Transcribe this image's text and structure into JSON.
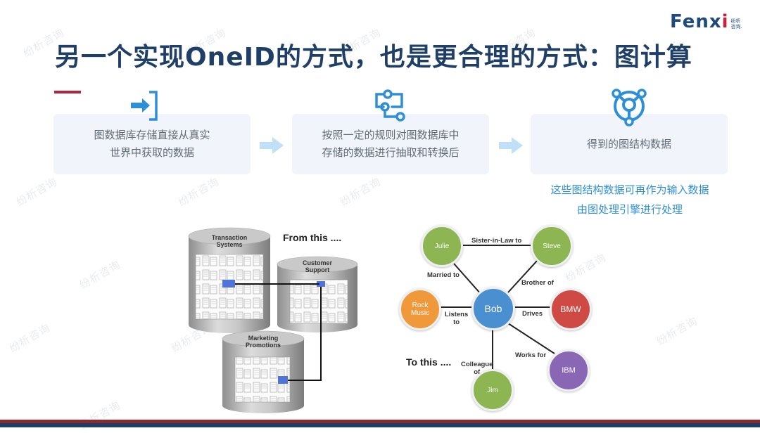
{
  "logo": {
    "word": "Fenx",
    "word_accent": "i",
    "sub_line1": "纷析",
    "sub_line2": "咨询."
  },
  "watermark_text": "纷析咨询",
  "title": "另一个实现OneID的方式，也是更合理的方式：图计算",
  "steps": [
    {
      "icon": "import-arrow-icon",
      "lines": [
        "图数据库存储直接从真实",
        "世界中获取的数据"
      ]
    },
    {
      "icon": "workflow-icon",
      "lines": [
        "按照一定的规则对图数据库中",
        "存储的数据进行抽取和转换后"
      ]
    },
    {
      "icon": "graph-hub-icon",
      "lines": [
        "得到的图结构数据"
      ]
    }
  ],
  "note": [
    "这些图结构数据可再作为输入数据",
    "由图处理引擎进行处理"
  ],
  "colors": {
    "title": "#1f3f66",
    "accent_red": "#b0253b",
    "icon_blue": "#2f8fd6",
    "box_bg": "#f1f5fb",
    "footer_red": "#8b2a2e",
    "footer_blue": "#1f3e63"
  },
  "relational_diagram": {
    "caption": "From this ....",
    "databases": [
      {
        "name": "Transaction Systems",
        "line1": "Transaction",
        "line2": "Systems"
      },
      {
        "name": "Customer Support",
        "line1": "Customer",
        "line2": "Support"
      },
      {
        "name": "Marketing Promotions",
        "line1": "Marketing",
        "line2": "Promotions"
      }
    ]
  },
  "graph_diagram": {
    "caption": "To this ....",
    "nodes": [
      {
        "id": "julie",
        "label": "Julie",
        "color": "#8db552"
      },
      {
        "id": "steve",
        "label": "Steve",
        "color": "#8db552"
      },
      {
        "id": "rock",
        "label": "Rock Music",
        "line1": "Rock",
        "line2": "Music",
        "color": "#f0993b"
      },
      {
        "id": "bob",
        "label": "Bob",
        "color": "#4a8fd0"
      },
      {
        "id": "bmw",
        "label": "BMW",
        "color": "#cf4a45"
      },
      {
        "id": "ibm",
        "label": "IBM",
        "color": "#8a67b5"
      },
      {
        "id": "jim",
        "label": "Jim",
        "color": "#8db552"
      }
    ],
    "edges": [
      {
        "from": "julie",
        "to": "steve",
        "label": "Sister-in-Law to"
      },
      {
        "from": "julie",
        "to": "bob",
        "label": "Married to"
      },
      {
        "from": "steve",
        "to": "bob",
        "label": "Brother of"
      },
      {
        "from": "bob",
        "to": "rock",
        "label": "Listens to",
        "line1": "Listens",
        "line2": "to"
      },
      {
        "from": "bob",
        "to": "bmw",
        "label": "Drives"
      },
      {
        "from": "bob",
        "to": "ibm",
        "label": "Works for"
      },
      {
        "from": "bob",
        "to": "jim",
        "label": "Colleague of",
        "line1": "Colleague",
        "line2": "of"
      }
    ]
  }
}
